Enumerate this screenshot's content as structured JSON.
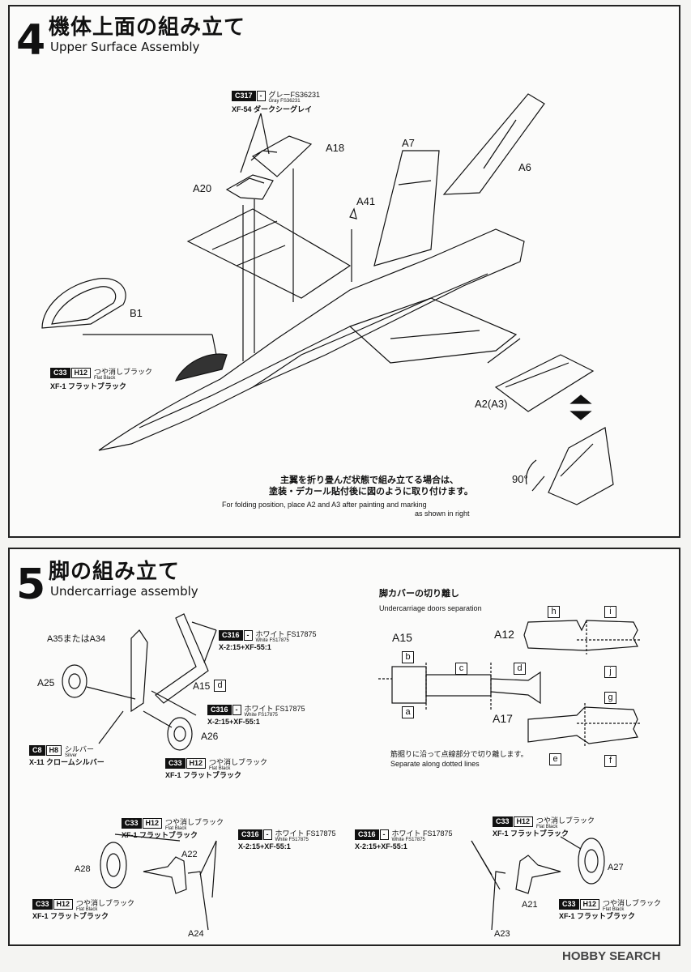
{
  "step4": {
    "number": "4",
    "title_jp": "機体上面の組み立て",
    "title_en": "Upper Surface Assembly",
    "labels": {
      "b1": "B1",
      "a18": "A18",
      "a7": "A7",
      "a6": "A6",
      "a20": "A20",
      "a41": "A41",
      "a2a3": "A2(A3)",
      "deg90": "90°"
    },
    "color_gray": {
      "code": "C317",
      "alt": "-",
      "name_jp": "グレーFS36231",
      "name_en": "Gray FS36231",
      "mix": "XF-54 ダークシーグレイ"
    },
    "color_flat": {
      "code": "C33",
      "alt": "H12",
      "name_jp": "つや消しブラック",
      "name_en": "Flat Black",
      "mix": "XF-1 フラットブラック"
    },
    "note_jp_1": "主翼を折り畳んだ状態で組み立てる場合は、",
    "note_jp_2": "塗装・デカール貼付後に図のように取り付けます。",
    "note_en_1": "For folding position, place A2 and A3 after painting and marking",
    "note_en_2": "as shown in right"
  },
  "step5": {
    "number": "5",
    "title_jp": "脚の組み立て",
    "title_en": "Undercarriage assembly",
    "doors_jp": "脚カバーの切り離し",
    "doors_en": "Undercarriage doors separation",
    "cut_jp": "筋掘りに沿って点線部分で切り離します。",
    "cut_en": "Separate along dotted lines",
    "labels": {
      "a35a34": "A35またはA34",
      "a25": "A25",
      "a15d": "A15",
      "a26": "A26",
      "a15": "A15",
      "a12": "A12",
      "a17": "A17",
      "a28": "A28",
      "a22": "A22",
      "a24": "A24",
      "a27": "A27",
      "a21": "A21",
      "a23": "A23"
    },
    "boxes": {
      "d1": "d",
      "b": "b",
      "c": "c",
      "d": "d",
      "a": "a",
      "h": "h",
      "i": "i",
      "j": "j",
      "g": "g",
      "e": "e",
      "f": "f"
    },
    "color_white": {
      "code": "C316",
      "alt": "-",
      "name_jp": "ホワイト FS17875",
      "name_en": "White FS17875",
      "mix": "X-2:15+XF-55:1"
    },
    "color_silver": {
      "code": "C8",
      "alt": "H8",
      "name_jp": "シルバー",
      "name_en": "Silver",
      "mix": "X-11 クロームシルバー"
    },
    "color_flat": {
      "code": "C33",
      "alt": "H12",
      "name_jp": "つや消しブラック",
      "name_en": "Flat Black",
      "mix": "XF-1 フラットブラック"
    }
  },
  "watermark": "HOBBY SEARCH"
}
